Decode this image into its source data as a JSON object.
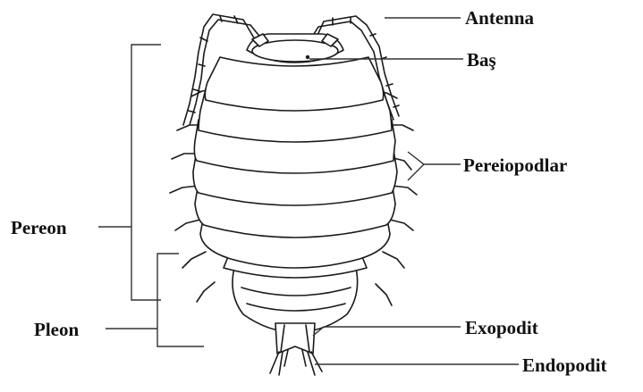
{
  "diagram": {
    "labels": {
      "antenna": "Antenna",
      "bas": "Baş",
      "pereiopodlar": "Pereiopodlar",
      "pereon": "Pereon",
      "pleon": "Pleon",
      "exopodit": "Exopodit",
      "endopodit": "Endopodit"
    }
  }
}
